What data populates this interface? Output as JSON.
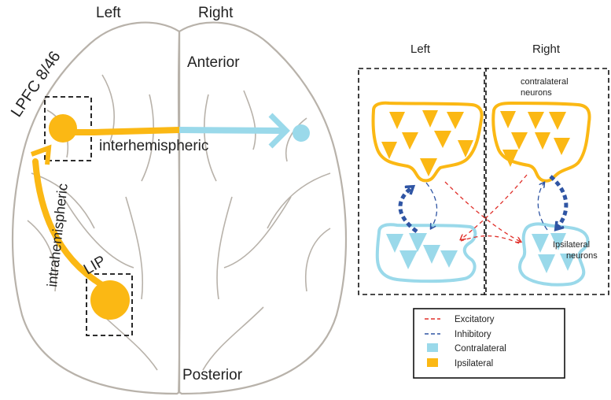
{
  "brain": {
    "left_label": "Left",
    "right_label": "Right",
    "anterior_label": "Anterior",
    "posterior_label": "Posterior",
    "lpfc_label": "LPFC 8/46",
    "lip_label": "LIP",
    "interhemispheric_label": "interhemispheric",
    "intrahemispheric_label": "intrahemispheric"
  },
  "circuit": {
    "left_label": "Left",
    "right_label": "Right",
    "contralateral_label_line1": "contralateral",
    "contralateral_label_line2": "neurons",
    "ipsilateral_label_line1": "Ipsilateral",
    "ipsilateral_label_line2": "neurons"
  },
  "legend": {
    "items": [
      {
        "label": "Excitatory",
        "style": "dashed-line",
        "color": "#e0302a"
      },
      {
        "label": "Inhibitory",
        "style": "dashed-line",
        "color": "#2f55a4"
      },
      {
        "label": "Contralateral",
        "style": "swatch",
        "color": "#9ad9ea"
      },
      {
        "label": "Ipsilateral",
        "style": "swatch",
        "color": "#fbb814"
      }
    ]
  },
  "colors": {
    "ipsilateral": "#fbb814",
    "contralateral": "#9ad9ea",
    "excitatory": "#e0302a",
    "inhibitory": "#2f55a4",
    "brain_outline": "#b8b2aa"
  }
}
